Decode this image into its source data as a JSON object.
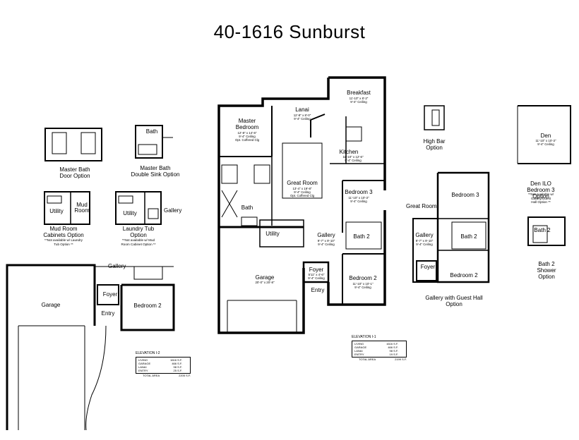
{
  "title": "40-1616  Sunburst",
  "main_plan": {
    "rooms": {
      "master_bedroom": "Master\nBedroom",
      "master_bedroom_dims": "12'-8\" x 14'-6\"\n9'-4\" Ceiling\nOpt. Coffered Clg",
      "lanai": "Lanai",
      "lanai_dims": "12'-8\" x 8'-0\"\n9'-4\" Ceiling",
      "breakfast": "Breakfast",
      "breakfast_dims": "11'-10\" x 8'-2\"\n9'-4\" Ceiling",
      "kitchen": "Kitchen",
      "kitchen_dims": "11'-10\" x 12'-6\"\n9'-4\" Ceiling",
      "great_room": "Great Room",
      "great_room_dims": "13'-4\" x 19'-8\"\n9'-4\" Ceiling\nOpt. Coffered Clg",
      "bedroom3": "Bedroom 3",
      "bedroom3_dims": "11'-10\" x 10'-3\"\n9'-4\" Ceiling",
      "bath": "Bath",
      "utility": "Utility",
      "gallery": "Gallery",
      "gallery_dims": "9'-7\" x 9'-10\"\n9'-4\" Ceiling",
      "bath2": "Bath 2",
      "garage": "Garage",
      "garage_dims": "20'-0\" x 20'-8\"",
      "foyer": "Foyer",
      "foyer_dims": "5'11\" x 4'-6\"\n9'-4\" Ceiling",
      "entry": "Entry",
      "bedroom2": "Bedroom 2",
      "bedroom2_dims": "11'-10\" x 10'-1\"\n9'-4\" Ceiling"
    }
  },
  "options": {
    "master_bath_door": "Master Bath\nDoor Option",
    "master_bath_double_sink": "Master Bath\nDouble Sink Option",
    "mud_room_cabinets": "Mud Room\nCabinets Option",
    "mud_room_note": "**Not available w/ Laundry\nTub Option **",
    "laundry_tub": "Laundry Tub\nOption",
    "laundry_note": "**Not available w/ Mud\nRoom Cabinet Option **",
    "high_bar": "High Bar\nOption",
    "den_ilo_bedroom3": "Den ILO Bedroom 3\nOption",
    "den_note": "**Not available w/ Gallery/Guest\nHall Option **",
    "gallery_guest_hall": "Gallery with Guest Hall\nOption",
    "bath2_shower": "Bath 2 Shower\nOption"
  },
  "small_labels": {
    "bath": "Bath",
    "utility": "Utility",
    "mud_room": "Mud\nRoom",
    "gallery": "Gallery",
    "garage": "Garage",
    "foyer": "Foyer",
    "entry": "Entry",
    "bedroom2": "Bedroom 2",
    "great_room": "Great Room",
    "bedroom3": "Bedroom 3",
    "bath2": "Bath 2",
    "den": "Den",
    "den_dims": "11'-10\" x 10'-3\"\n9'-4\" Ceiling"
  },
  "elevation_i2": {
    "title": "ELEVATION  I-2",
    "rows": [
      {
        "label": "LIVING",
        "value": "1616 S.F."
      },
      {
        "label": "GARAGE",
        "value": "466 S.F."
      },
      {
        "label": "LANAI",
        "value": "98 S.F."
      },
      {
        "label": "ENTRY",
        "value": "25 S.F."
      }
    ],
    "total_label": "TOTAL AREA",
    "total_value": "2205 S.F."
  },
  "elevation_i1": {
    "title": "ELEVATION  I-1",
    "rows": [
      {
        "label": "LIVING",
        "value": "1616 S.F."
      },
      {
        "label": "GARAGE",
        "value": "466 S.F."
      },
      {
        "label": "LANAI",
        "value": "98 S.F."
      },
      {
        "label": "ENTRY",
        "value": "19 S.F."
      }
    ],
    "total_label": "TOTAL AREA",
    "total_value": "2199 S.F."
  }
}
